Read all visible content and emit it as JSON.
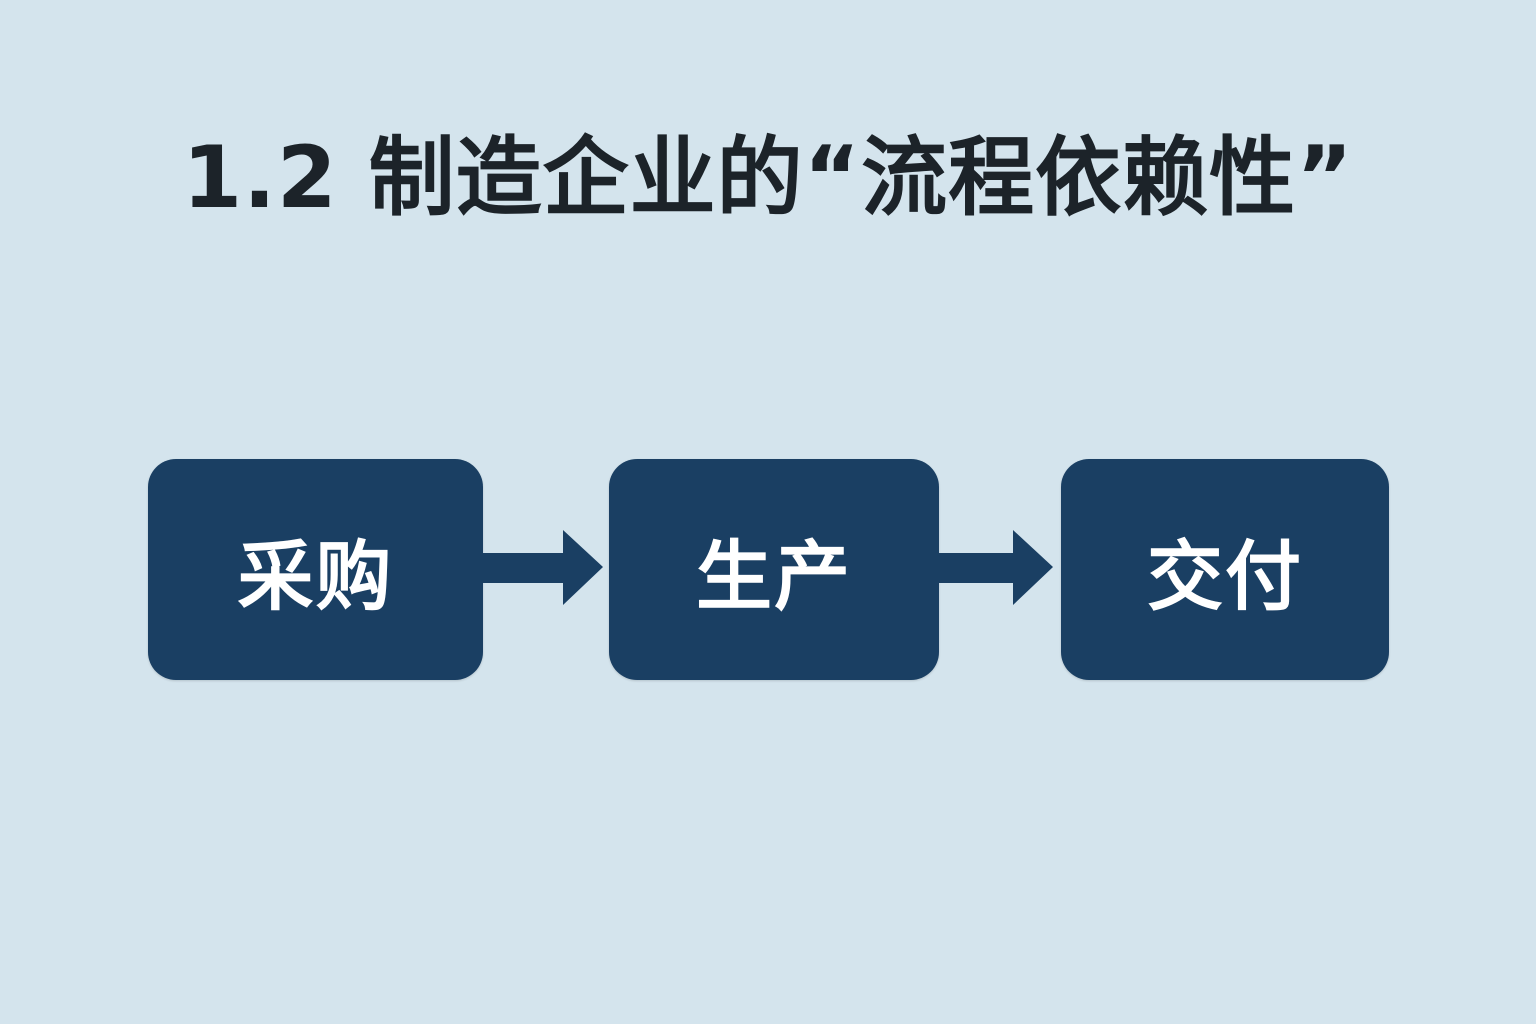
{
  "slide": {
    "title": "1.2 制造企业的“流程依赖性”",
    "colors": {
      "background": "#d4e4ed",
      "box_fill": "#1a3f63",
      "box_text": "#ffffff",
      "title_text": "#1c2329",
      "arrow": "#1a3f63"
    }
  },
  "flow": {
    "steps": [
      {
        "label": "采购"
      },
      {
        "label": "生产"
      },
      {
        "label": "交付"
      }
    ],
    "connectors": [
      {
        "icon": "arrow-right-icon"
      },
      {
        "icon": "arrow-right-icon"
      }
    ]
  }
}
